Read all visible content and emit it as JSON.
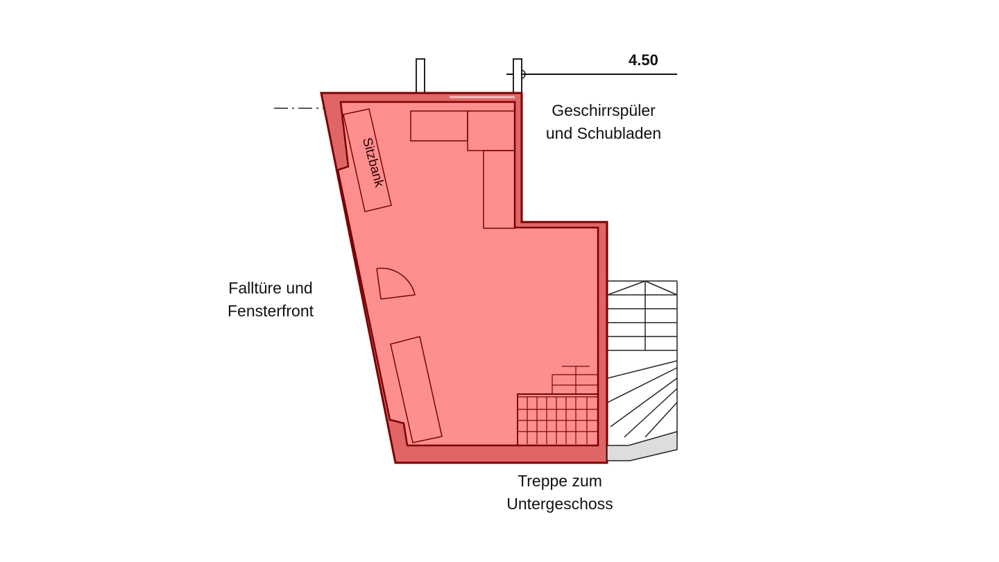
{
  "dimension": {
    "value": "4.50"
  },
  "labels": {
    "sitzbank": "Sitzbank",
    "dishwasher_line1": "Geschirrspüler",
    "dishwasher_line2": "und Schubladen",
    "window_line1": "Falltüre und",
    "window_line2": "Fensterfront",
    "stairs_line1": "Treppe zum",
    "stairs_line2": "Untergeschoss"
  },
  "colors": {
    "room_fill": "#ff8f8f",
    "wall_fill": "#e06666",
    "wall_stroke": "#7a0000",
    "line": "#111111"
  }
}
